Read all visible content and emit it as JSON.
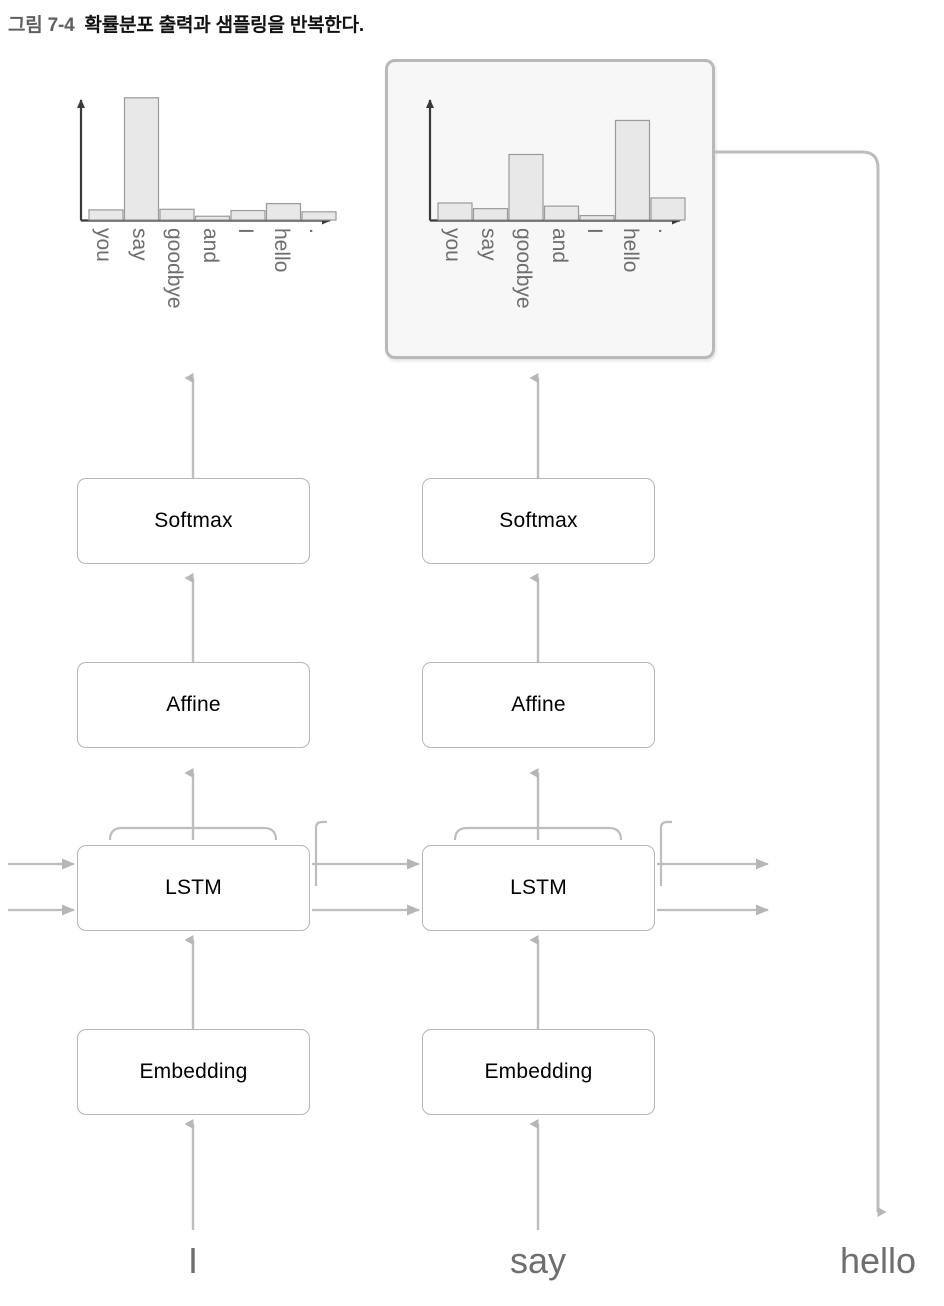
{
  "caption": {
    "figure_label": "그림 7-4",
    "text": "확률분포 출력과 샘플링을 반복한다."
  },
  "colors": {
    "bar_fill": "#e8e8e8",
    "bar_stroke": "#9a9a9a",
    "axis": "#3a3a3a",
    "box_border": "#b5b5b5",
    "connector": "#bdbdbd",
    "panel_border": "#b9b9b9",
    "panel_fill": "#f6f7f6",
    "tick_text": "#6e6e6e",
    "word_text": "#6e6e6e"
  },
  "chart_data": [
    {
      "type": "bar",
      "name": "timestep-1-distribution",
      "title": "",
      "xlabel": "",
      "ylabel": "",
      "categories": [
        "you",
        "say",
        "goodbye",
        "and",
        "I",
        "hello",
        "."
      ],
      "values": [
        0.08,
        0.97,
        0.085,
        0.03,
        0.075,
        0.13,
        0.065
      ],
      "ylim": [
        0,
        1
      ],
      "grid": false,
      "legend": false,
      "sampled": "say",
      "highlighted": false
    },
    {
      "type": "bar",
      "name": "timestep-2-distribution",
      "title": "",
      "xlabel": "",
      "ylabel": "",
      "categories": [
        "you",
        "say",
        "goodbye",
        "and",
        "I",
        "hello",
        "."
      ],
      "values": [
        0.135,
        0.09,
        0.52,
        0.11,
        0.035,
        0.79,
        0.175
      ],
      "ylim": [
        0,
        1
      ],
      "grid": false,
      "legend": false,
      "sampled": "hello",
      "highlighted": true
    }
  ],
  "columns": [
    {
      "id": "timestep-1",
      "input_word": "I",
      "layers": [
        "Embedding",
        "LSTM",
        "Affine",
        "Softmax"
      ]
    },
    {
      "id": "timestep-2",
      "input_word": "say",
      "layers": [
        "Embedding",
        "LSTM",
        "Affine",
        "Softmax"
      ]
    }
  ],
  "layer_labels": {
    "softmax": "Softmax",
    "affine": "Affine",
    "lstm": "LSTM",
    "embedding": "Embedding"
  },
  "output_word": "hello"
}
